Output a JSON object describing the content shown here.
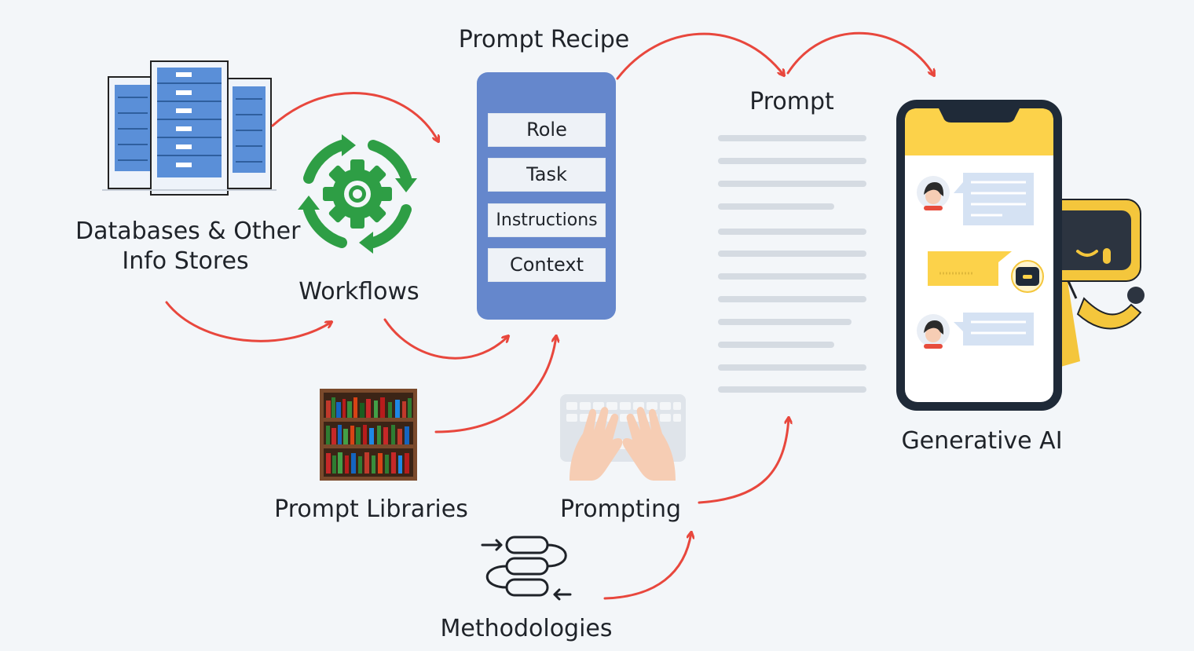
{
  "nodes": {
    "databases": {
      "label_line1": "Databases & Other",
      "label_line2": "Info Stores",
      "icon": "server-racks-icon"
    },
    "workflows": {
      "label": "Workflows",
      "icon": "cycle-gear-icon"
    },
    "prompt_libraries": {
      "label": "Prompt Libraries",
      "icon": "bookshelf-icon"
    },
    "prompting": {
      "label": "Prompting",
      "icon": "keyboard-typing-icon"
    },
    "methodologies": {
      "label": "Methodologies",
      "icon": "process-flow-icon"
    },
    "prompt_recipe": {
      "title": "Prompt Recipe",
      "items": [
        "Role",
        "Task",
        "Instructions",
        "Context"
      ]
    },
    "prompt": {
      "title": "Prompt",
      "icon": "document-lines-icon"
    },
    "generative_ai": {
      "label": "Generative AI",
      "icon": "smartphone-chat-robot-icon"
    }
  },
  "colors": {
    "arrow": "#e8473d",
    "recipe_card": "#6587cc",
    "gear": "#2e9e45",
    "phone_header": "#fcd24a",
    "robot": "#f4c63c"
  }
}
